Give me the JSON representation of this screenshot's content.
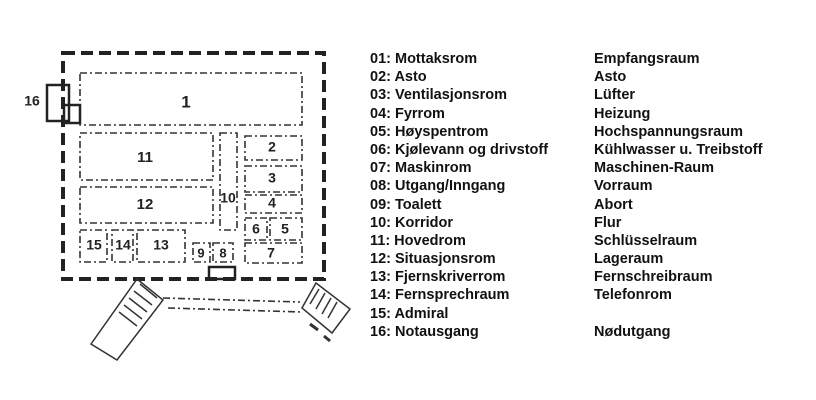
{
  "plan": {
    "room_labels": [
      "1",
      "2",
      "3",
      "4",
      "5",
      "6",
      "7",
      "8",
      "9",
      "10",
      "11",
      "12",
      "13",
      "14",
      "15",
      "16"
    ]
  },
  "legend": [
    {
      "no": "01: Mottaksrom",
      "de": "Empfangsraum"
    },
    {
      "no": "02: Asto",
      "de": "Asto"
    },
    {
      "no": "03: Ventilasjonsrom",
      "de": "Lüfter"
    },
    {
      "no": "04: Fyrrom",
      "de": "Heizung"
    },
    {
      "no": "05: Høyspentrom",
      "de": "Hochspannungsraum"
    },
    {
      "no": "06: Kjølevann og drivstoff",
      "de": "Kühlwasser u. Treibstoff"
    },
    {
      "no": "07: Maskinrom",
      "de": "Maschinen-Raum"
    },
    {
      "no": "08: Utgang/Inngang",
      "de": "Vorraum"
    },
    {
      "no": "09: Toalett",
      "de": "Abort"
    },
    {
      "no": "10: Korridor",
      "de": "Flur"
    },
    {
      "no": "11: Hovedrom",
      "de": "Schlüsselraum"
    },
    {
      "no": "12: Situasjonsrom",
      "de": "Lageraum"
    },
    {
      "no": "13: Fjernskriverrom",
      "de": "Fernschreibraum"
    },
    {
      "no": "14: Fernsprechraum",
      "de": "Telefonrom"
    },
    {
      "no": "15: Admiral",
      "de": ""
    },
    {
      "no": "16: Notausgang",
      "de": "Nødutgang"
    }
  ]
}
